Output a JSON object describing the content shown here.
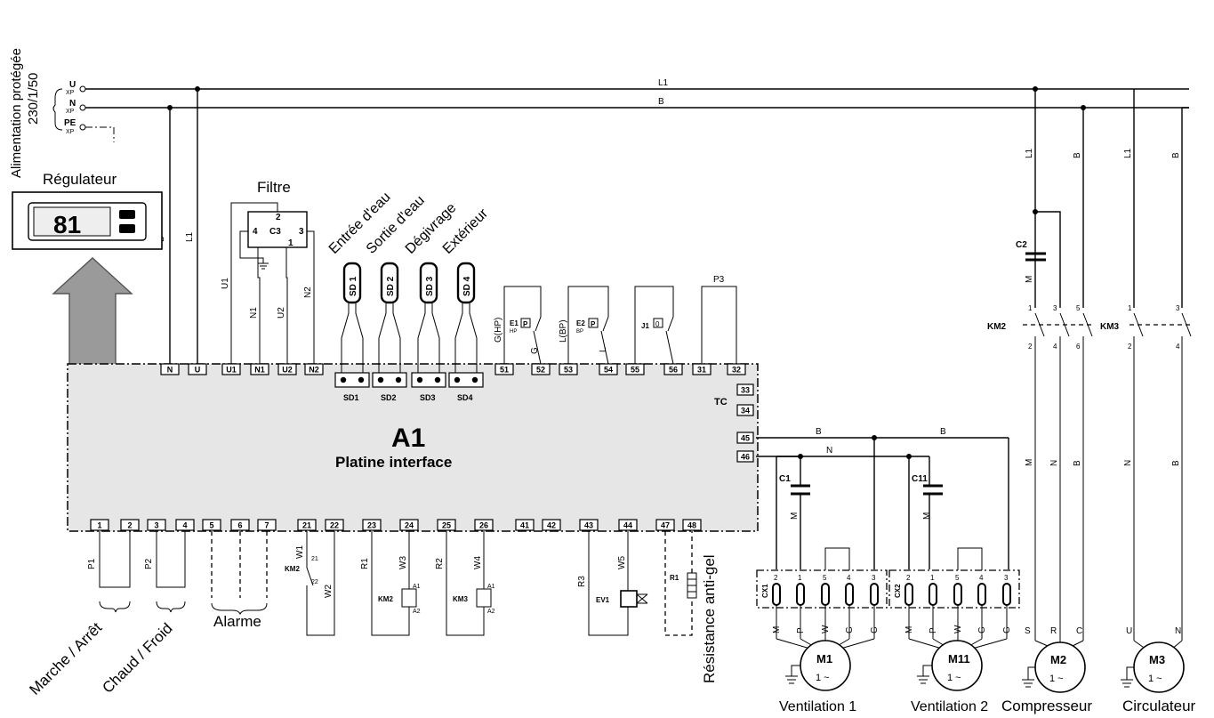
{
  "supply": {
    "title_line1": "Alimentation protégée",
    "title_line2": "230/1/50",
    "u": "U",
    "n": "N",
    "pe": "PE",
    "xp": "XP",
    "line_l1": "L1",
    "line_b": "B"
  },
  "regulator": {
    "label": "Régulateur",
    "display": "81"
  },
  "board": {
    "name": "A1",
    "subtitle": "Platine interface",
    "tc": "TC"
  },
  "filter": {
    "label": "Filtre",
    "ref": "C3",
    "pins": [
      "1",
      "2",
      "3",
      "4"
    ]
  },
  "wires": {
    "b": "B",
    "l1": "L1",
    "u1": "U1",
    "n1": "N1",
    "u2": "U2",
    "n2": "N2",
    "n": "N",
    "m": "M",
    "p3": "P3"
  },
  "top_terminals": [
    "N",
    "U",
    "U1",
    "N1",
    "U2",
    "N2",
    "51",
    "52",
    "53",
    "54",
    "55",
    "56",
    "31",
    "32"
  ],
  "side_terminals": [
    "33",
    "34",
    "45",
    "46"
  ],
  "bottom_terminals": [
    "1",
    "2",
    "3",
    "4",
    "5",
    "6",
    "7",
    "21",
    "22",
    "23",
    "24",
    "25",
    "26",
    "41",
    "42",
    "43",
    "44",
    "47",
    "48"
  ],
  "sensors": [
    {
      "id": "SD 1",
      "terminal": "SD1",
      "label": "Entrée d'eau"
    },
    {
      "id": "SD 2",
      "terminal": "SD2",
      "label": "Sortie d'eau"
    },
    {
      "id": "SD 3",
      "terminal": "SD3",
      "label": "Dégivrage"
    },
    {
      "id": "SD 4",
      "terminal": "SD4",
      "label": "Extérieur"
    }
  ],
  "switches": {
    "e1": "E1",
    "hp": "HP",
    "g_hp": "G(HP)",
    "g": "G",
    "p": "P",
    "e2": "E2",
    "bp": "BP",
    "l_bp": "L(BP)",
    "l": "L",
    "j1": "J1",
    "j1_sym": "0"
  },
  "bottom": {
    "p1": "P1",
    "p2": "P2",
    "w1": "W1",
    "w2": "W2",
    "w3": "W3",
    "w4": "W4",
    "w5": "W5",
    "r1": "R1",
    "r2": "R2",
    "r3": "R3",
    "km2": "KM2",
    "km3": "KM3",
    "ev1": "EV1",
    "r1_res": "R1",
    "a1": "A1",
    "a2": "A2",
    "c21": "21",
    "c22": "22",
    "marche_arret": "Marche / Arrêt",
    "chaud_froid": "Chaud / Froid",
    "alarme": "Alarme",
    "resistance": "Résistance anti-gel"
  },
  "fans": {
    "c1": "C1",
    "c11": "C11",
    "cx1": "CX1",
    "cx2": "CX2",
    "pins": [
      "2",
      "1",
      "5",
      "4",
      "3"
    ],
    "wire_labels": [
      "M",
      "P",
      "W",
      "G",
      "G"
    ],
    "m1": "M1",
    "m11": "M11",
    "phase": "1 ~",
    "ventilation1": "Ventilation 1",
    "ventilation2": "Ventilation 2"
  },
  "contactors": {
    "km2": "KM2",
    "km3": "KM3",
    "c2": "C2",
    "top_pins": [
      "1",
      "3",
      "5"
    ],
    "bottom_pins": [
      "2",
      "4",
      "6"
    ],
    "km3_top": [
      "1",
      "3"
    ],
    "km3_bottom": [
      "2",
      "4"
    ]
  },
  "motors": {
    "m2": "M2",
    "m3": "M3",
    "phase": "1 ~",
    "m2_pins": [
      "S",
      "R",
      "C"
    ],
    "m3_pins": [
      "U",
      "N"
    ],
    "wire_m": "M",
    "wire_n": "N",
    "wire_b": "B",
    "compresseur": "Compresseur",
    "circulateur": "Circulateur"
  }
}
